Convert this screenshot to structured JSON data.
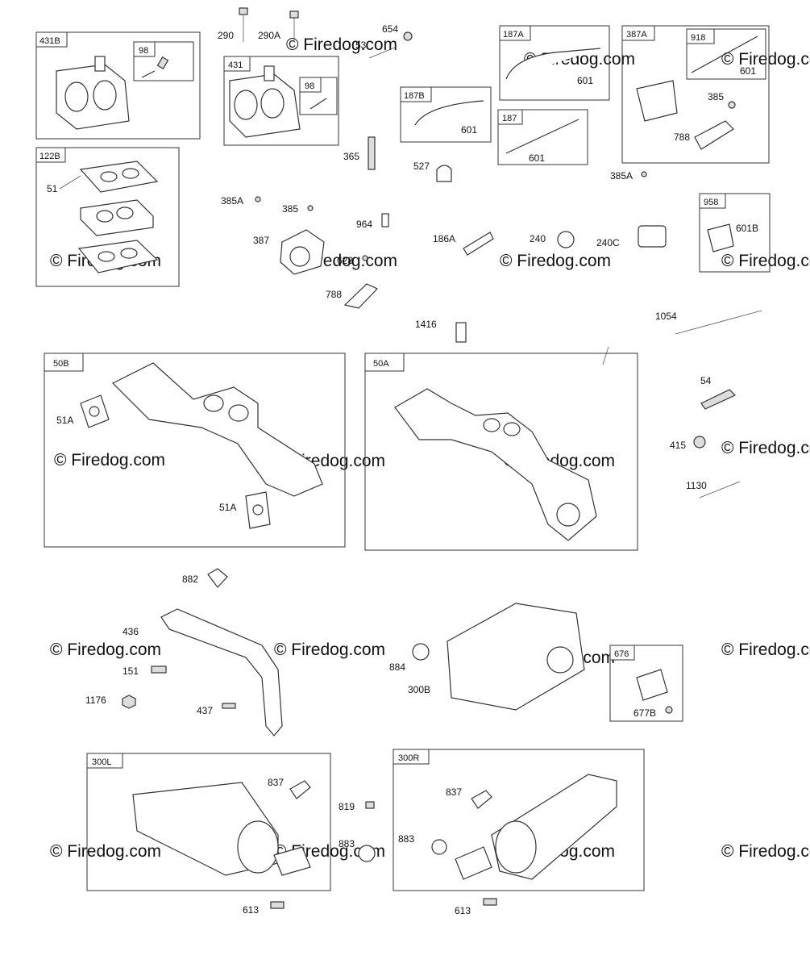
{
  "watermark": {
    "main_text": "© Firedog.com",
    "repeat_text": "© Firedog.com"
  },
  "boxes": [
    {
      "id": "431B",
      "label": "431B"
    },
    {
      "id": "98a",
      "label": "98"
    },
    {
      "id": "431",
      "label": "431"
    },
    {
      "id": "98b",
      "label": "98"
    },
    {
      "id": "122B",
      "label": "122B"
    },
    {
      "id": "187A",
      "label": "187A"
    },
    {
      "id": "187B",
      "label": "187B"
    },
    {
      "id": "187",
      "label": "187"
    },
    {
      "id": "387A",
      "label": "387A"
    },
    {
      "id": "918",
      "label": "918"
    },
    {
      "id": "958",
      "label": "958"
    },
    {
      "id": "50B",
      "label": "50B"
    },
    {
      "id": "50A",
      "label": "50A"
    },
    {
      "id": "676",
      "label": "676"
    },
    {
      "id": "300L",
      "label": "300L"
    },
    {
      "id": "300R",
      "label": "300R"
    }
  ],
  "callouts": [
    {
      "id": "290",
      "label": "290"
    },
    {
      "id": "290A",
      "label": "290A"
    },
    {
      "id": "654",
      "label": "654"
    },
    {
      "id": "53",
      "label": "53"
    },
    {
      "id": "601a",
      "label": "601"
    },
    {
      "id": "601b",
      "label": "601"
    },
    {
      "id": "601c",
      "label": "601"
    },
    {
      "id": "601d",
      "label": "601"
    },
    {
      "id": "385a",
      "label": "385"
    },
    {
      "id": "788a",
      "label": "788"
    },
    {
      "id": "385A_a",
      "label": "385A"
    },
    {
      "id": "51",
      "label": "51"
    },
    {
      "id": "365",
      "label": "365"
    },
    {
      "id": "527",
      "label": "527"
    },
    {
      "id": "385A_b",
      "label": "385A"
    },
    {
      "id": "385b",
      "label": "385"
    },
    {
      "id": "387",
      "label": "387"
    },
    {
      "id": "964",
      "label": "964"
    },
    {
      "id": "628",
      "label": "628"
    },
    {
      "id": "788b",
      "label": "788"
    },
    {
      "id": "186A",
      "label": "186A"
    },
    {
      "id": "240",
      "label": "240"
    },
    {
      "id": "240C",
      "label": "240C"
    },
    {
      "id": "601B",
      "label": "601B"
    },
    {
      "id": "1416",
      "label": "1416"
    },
    {
      "id": "1054",
      "label": "1054"
    },
    {
      "id": "51A_a",
      "label": "51A"
    },
    {
      "id": "51A_b",
      "label": "51A"
    },
    {
      "id": "54",
      "label": "54"
    },
    {
      "id": "415",
      "label": "415"
    },
    {
      "id": "1130",
      "label": "1130"
    },
    {
      "id": "882",
      "label": "882"
    },
    {
      "id": "436",
      "label": "436"
    },
    {
      "id": "151",
      "label": "151"
    },
    {
      "id": "1176",
      "label": "1176"
    },
    {
      "id": "437",
      "label": "437"
    },
    {
      "id": "884",
      "label": "884"
    },
    {
      "id": "300B",
      "label": "300B"
    },
    {
      "id": "677B",
      "label": "677B"
    },
    {
      "id": "837a",
      "label": "837"
    },
    {
      "id": "819",
      "label": "819"
    },
    {
      "id": "883a",
      "label": "883"
    },
    {
      "id": "613a",
      "label": "613"
    },
    {
      "id": "837b",
      "label": "837"
    },
    {
      "id": "883b",
      "label": "883"
    },
    {
      "id": "613b",
      "label": "613"
    }
  ]
}
